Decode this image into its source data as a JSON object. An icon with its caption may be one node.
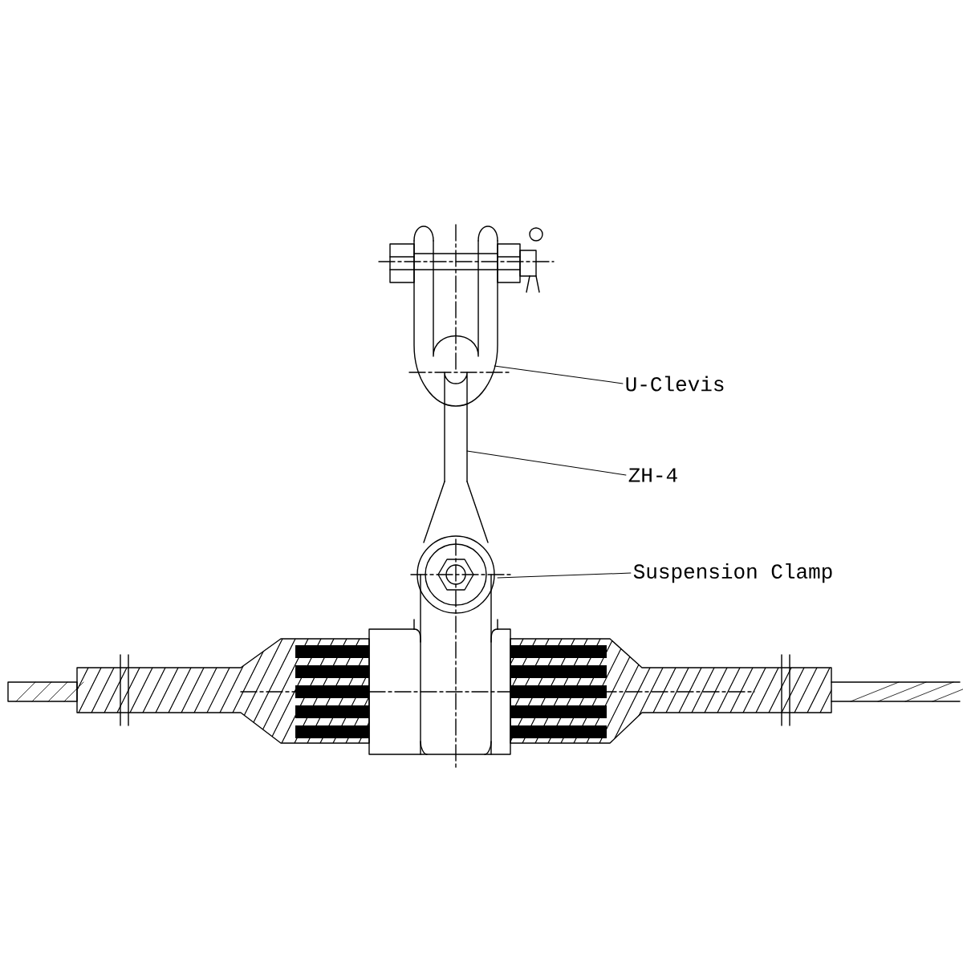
{
  "diagram": {
    "nodes": [
      {
        "text": [
          "U-Clevis"
        ]
      },
      {
        "text": [
          "ZH-4"
        ]
      },
      {
        "text": [
          "Suspension Clamp"
        ]
      },
      {
        "text": [],
        "shape": "picture"
      },
      {
        "text": [],
        "shape": "picture"
      },
      {
        "text": [],
        "shape": "picture"
      }
    ],
    "edges": [
      {
        "from": 0,
        "to": 3,
        "arrow": "none"
      },
      {
        "from": 1,
        "to": 4,
        "arrow": "none"
      },
      {
        "from": 2,
        "to": 5,
        "arrow": "none"
      }
    ]
  }
}
